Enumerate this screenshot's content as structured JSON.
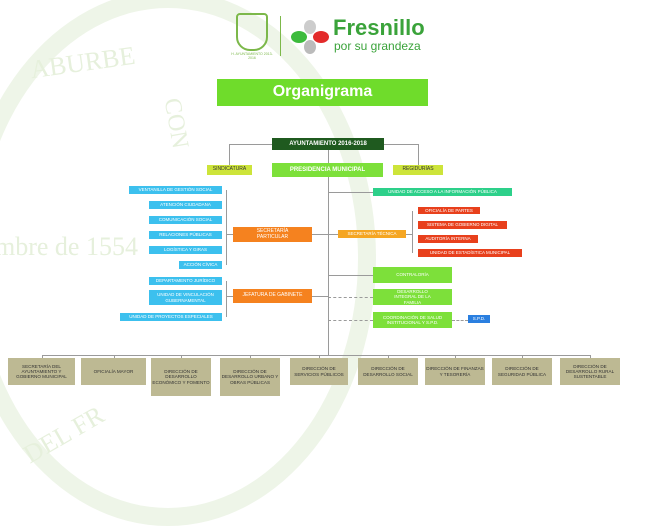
{
  "watermark": {
    "top": "ABURBE",
    "middle": "mbre de 1554",
    "right": "CON",
    "bottom": "DEL FR"
  },
  "header": {
    "seal_caption": "H. AYUNTAMIENTO 2013-2016",
    "brand": "Fresnillo",
    "tagline": "por su grandeza"
  },
  "title": "Organigrama",
  "top": {
    "ayuntamiento": "AYUNTAMIENTO 2016-2018",
    "sindicatura": "SINDICATURA",
    "presidencia": "PRESIDENCIA MUNICIPAL",
    "regidurias": "REGIDURÍAS"
  },
  "left": {
    "items": [
      "Ventanilla de Gestión Social",
      "Atención Ciudadana",
      "Comunicación Social",
      "Relaciones Públicas",
      "Logística y Giras",
      "Acción Cívica",
      "Departamento Jurídico",
      "Unidad de Vinculación Gubernamental",
      "Unidad de Proyectos Especiales"
    ],
    "secretaria_particular": "Secretaría Particular",
    "jefatura": "Jefatura de Gabinete"
  },
  "right": {
    "acceso": "Unidad de Acceso a la Información Pública",
    "secretaria_tecnica": "Secretaría Técnica",
    "tecnica_items": [
      "Oficialía de Partes",
      "Sistema de Gobierno Digital",
      "Auditoría Interna",
      "Unidad de Estadística Municipal"
    ],
    "contraloria": "Contraloría",
    "dif": "Desarrollo Integral de la Familia",
    "salud": "Coordinación de Salud Institucional y S.P.D.",
    "spd": "S.P.D."
  },
  "bottom": [
    "Secretaría del Ayuntamiento y Gobierno Municipal",
    "Oficialía Mayor",
    "Dirección de Desarrollo Económico y Fomento",
    "Dirección de Desarrollo Urbano y Obras Públicas",
    "Dirección de Servicios Públicos",
    "Dirección de Desarrollo Social",
    "Dirección de Finanzas y Tesorería",
    "Dirección de Seguridad Pública",
    "Dirección de Desarrollo Rural Sustentable"
  ]
}
